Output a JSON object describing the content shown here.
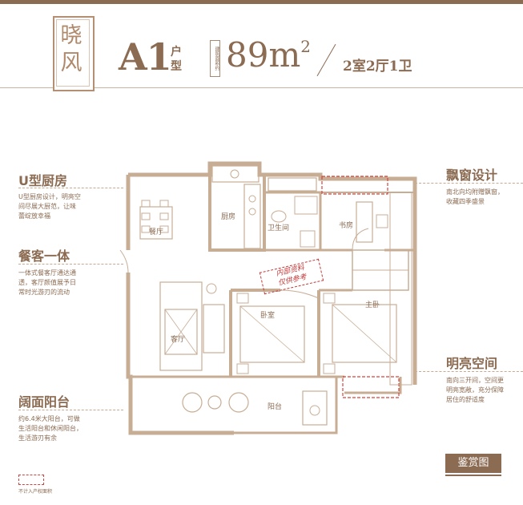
{
  "header": {
    "project_name": "晓风",
    "unit_code": "A1",
    "unit_type_label": "户型",
    "area_label": "建筑面积约",
    "area_value": "89m",
    "area_unit_sup": "2",
    "layout": "2室2厅1卫"
  },
  "features": [
    {
      "title": "U型厨房",
      "desc": [
        "U型厨房设计，明亮空",
        "间尽展大厨范，让味",
        "蕾绽放幸福"
      ]
    },
    {
      "title": "餐客一体",
      "desc": [
        "一体式餐客厅通达通",
        "透，客厅颜值展予日",
        "常时光游刃的流动"
      ]
    },
    {
      "title": "阔面阳台",
      "desc": [
        "约6.4米大阳台，可做",
        "生活阳台和休闲阳台，",
        "生活游刃有余"
      ]
    },
    {
      "title": "飘窗设计",
      "desc": [
        "南北向均附赠飘窗，",
        "收藏四季盛景"
      ]
    },
    {
      "title": "明亮空间",
      "desc": [
        "南向三开间，空间更",
        "明亮宽敞，充分保障",
        "居住的舒适度"
      ]
    }
  ],
  "plan_labels": {
    "kitchen": "厨房",
    "dining": "餐厅",
    "bathroom": "卫生间",
    "study": "书房",
    "living": "客厅",
    "bedroom": "卧室",
    "master_bedroom": "主卧",
    "balcony": "阳台"
  },
  "stamp": {
    "line1": "内部资料",
    "line2": "仅供参考"
  },
  "legend_text": "不计入产权面积",
  "button_label": "鉴赏图",
  "colors": {
    "brand": "#8b6b52",
    "accent_red": "#c23b3b",
    "wall": "#c8ad95"
  }
}
